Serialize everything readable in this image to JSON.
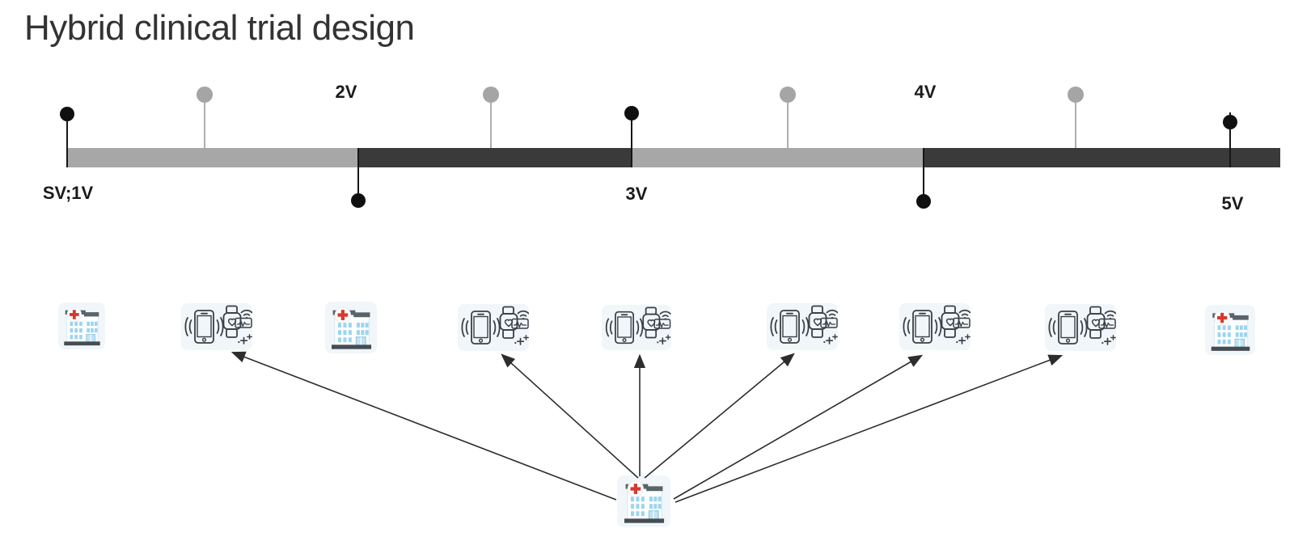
{
  "title": "Hybrid clinical trial design",
  "timeline": {
    "markers": [
      {
        "id": "visit-sv-1v",
        "label": "SV;1V",
        "dot": "black",
        "dot_side": "above-bar",
        "label_side": "below-bar"
      },
      {
        "id": "visit-2v",
        "label": "2V",
        "dot": "black",
        "dot_side": "below-bar",
        "label_side": "above-bar"
      },
      {
        "id": "visit-3v",
        "label": "3V",
        "dot": "black",
        "dot_side": "above-bar",
        "label_side": "below-bar"
      },
      {
        "id": "visit-4v",
        "label": "4V",
        "dot": "black",
        "dot_side": "below-bar",
        "label_side": "above-bar"
      },
      {
        "id": "visit-5v",
        "label": "5V",
        "dot": "black",
        "dot_side": "above-bar",
        "label_side": "below-bar"
      }
    ],
    "unlabeled_gray_dots": 4,
    "segments": [
      {
        "order": 1,
        "shade": "light"
      },
      {
        "order": 2,
        "shade": "dark"
      },
      {
        "order": 3,
        "shade": "light"
      },
      {
        "order": 4,
        "shade": "dark"
      }
    ]
  },
  "icon_row": {
    "sequence": [
      "clinic",
      "phone-watch",
      "clinic",
      "phone-watch",
      "phone-watch",
      "phone-watch",
      "phone-watch",
      "phone-watch",
      "clinic"
    ]
  },
  "hub": {
    "icon": "clinic",
    "arrows_to_phone_watch_groups": 6
  },
  "icon_names": {
    "clinic": "clinic-building-icon",
    "phone_watch": "smartphone-and-smartwatch-icon"
  },
  "colors": {
    "segment_light": "#a7a7a7",
    "segment_dark": "#3a3a3a",
    "dot_black": "#101010",
    "dot_gray": "#a5a5a5",
    "arrow": "#2d2d2d",
    "title_text": "#333333",
    "label_text": "#1b1b1b",
    "tile_background": "#f1f6fa",
    "red_cross": "#d63a2f",
    "window_blue": "#9bd5f0"
  }
}
